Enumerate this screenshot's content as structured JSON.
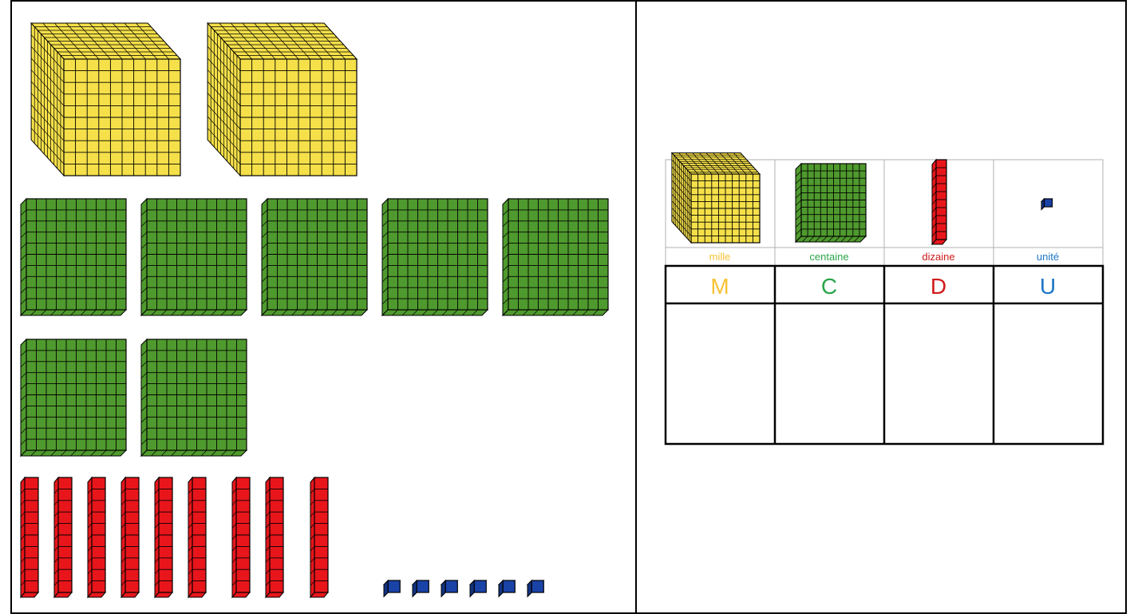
{
  "manipulatives": {
    "thousands_count": 2,
    "hundreds_count": 7,
    "tens_count": 9,
    "units_count": 6
  },
  "table": {
    "columns": [
      {
        "caption": "mille",
        "letter": "M",
        "icon": "thousand-cube-icon",
        "color": "#f6c235"
      },
      {
        "caption": "centaine",
        "letter": "C",
        "icon": "hundred-flat-icon",
        "color": "#2aa54a"
      },
      {
        "caption": "dizaine",
        "letter": "D",
        "icon": "ten-rod-icon",
        "color": "#d01a1a"
      },
      {
        "caption": "unité",
        "letter": "U",
        "icon": "unit-cube-icon",
        "color": "#1b75c7"
      }
    ]
  },
  "colors": {
    "thousand": "#f5e04a",
    "hundred": "#4f9a2e",
    "ten": "#e8161b",
    "unit": "#1a43a8",
    "outline": "#000000"
  }
}
